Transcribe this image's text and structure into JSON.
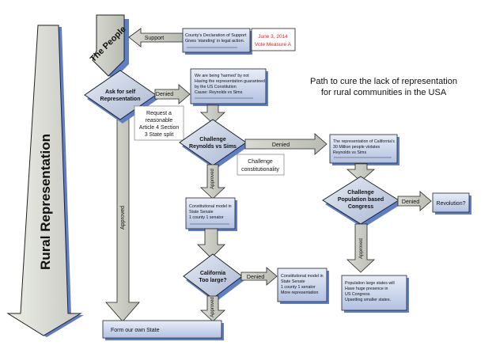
{
  "diagram": {
    "title_line1": "Path to cure the lack of representation",
    "title_line2": "for rural communities in the USA",
    "rural_arrow_label": "Rural Representation",
    "people_label": "The People",
    "support_label": "Support",
    "county_box": {
      "line1": "County's Declaration of Support",
      "line2": "Gives 'standing' in legal action."
    },
    "vote_box": {
      "line1": "June 3, 2014",
      "line2": "Vote Measure A",
      "color": "#e8231f"
    },
    "ask_node": {
      "line1": "Ask for self",
      "line2": "Representation"
    },
    "denied_label_1": "Denied",
    "harmed_box": {
      "line1": "We are being 'harmed' by not",
      "line2": "Having the representation guaranteed",
      "line3": "by the US Constitution",
      "line4": "Cause: Reynolds vs Sims"
    },
    "request_note": {
      "line1": "Request a",
      "line2": "reasonable",
      "line3": "Article 4 Section",
      "line4": "3 State split"
    },
    "challenge_node": {
      "line1": "Challenge",
      "line2": "Reynolds vs Sims"
    },
    "denied_label_2": "Denied",
    "constitutionality_note": {
      "line1": "Challenge",
      "line2": "constitutionality"
    },
    "approved_label_1": "Approved",
    "approved_label_main": "Approved",
    "const_model_box": {
      "line1": "Constitutional model in",
      "line2": "State Senate",
      "line3": "1 county 1 senator"
    },
    "california_box": {
      "line1": "The representation of California's",
      "line2": "30 Million people violates",
      "line3": "Reynolds vs Sims"
    },
    "population_node": {
      "line1": "Challenge",
      "line2": "Population based",
      "line3": "Congress"
    },
    "denied_label_3": "Denied",
    "revolution_label": "Revolution?",
    "california_node": {
      "line1": "California",
      "line2": "Too large?"
    },
    "denied_label_4": "Denied",
    "const_model_box2": {
      "line1": "Constitutional model in",
      "line2": "State Senate",
      "line3": "1 county 1 senator",
      "line4": "More representation"
    },
    "approved_label_2": "Approved",
    "approved_label_3": "Approved",
    "population_box": {
      "line1": "Population large states will",
      "line2": "Have huge presence in",
      "line3": "US Congress",
      "line4": "Upsetting smaller states."
    },
    "form_state_label": "Form our own State"
  },
  "colors": {
    "box_fill": "#c4d0e8",
    "diamond_fill": "#c6cfe2",
    "arrow_fill": "#c9ccc2",
    "stroke": "#1a1a1a",
    "shadow": "#8a9fcf"
  }
}
